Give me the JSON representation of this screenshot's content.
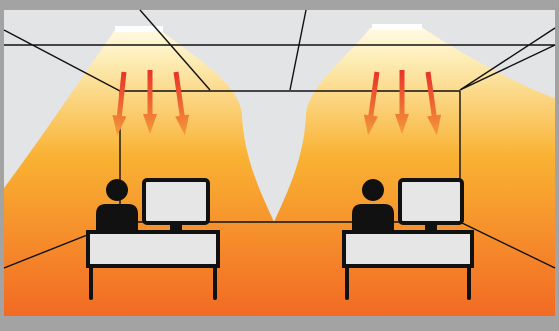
{
  "colors": {
    "frame": "#a3a3a3",
    "room_background": "#e3e4e6",
    "heat_hot": "#f26a24",
    "heat_warm": "#f9b233",
    "heat_light": "#fdecb4",
    "heat_fade": "#fffbe6",
    "arrow_top": "#e8322a",
    "arrow_bottom": "#f39a3a",
    "lines": "#111111",
    "furniture_fill": "#e6e6e6",
    "person": "#111111"
  },
  "icons": {
    "heater_left": "infrared-heater-icon",
    "heater_right": "infrared-heater-icon",
    "heat_arrow": "down-arrow-icon",
    "person": "person-icon",
    "monitor": "computer-monitor-icon",
    "desk": "desk-icon"
  },
  "scene": {
    "heaters": 2,
    "arrows_per_heater": 3,
    "workstations": 2
  }
}
